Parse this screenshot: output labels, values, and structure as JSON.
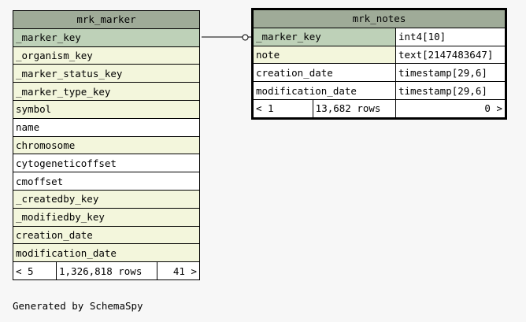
{
  "tables": {
    "mrk_marker": {
      "name": "mrk_marker",
      "columns": [
        {
          "name": "_marker_key",
          "kind": "pk"
        },
        {
          "name": "_organism_key",
          "kind": "fk"
        },
        {
          "name": "_marker_status_key",
          "kind": "fk"
        },
        {
          "name": "_marker_type_key",
          "kind": "fk"
        },
        {
          "name": "symbol",
          "kind": "fk"
        },
        {
          "name": "name",
          "kind": "plain"
        },
        {
          "name": "chromosome",
          "kind": "fk"
        },
        {
          "name": "cytogeneticoffset",
          "kind": "plain"
        },
        {
          "name": "cmoffset",
          "kind": "plain"
        },
        {
          "name": "_createdby_key",
          "kind": "fk"
        },
        {
          "name": "_modifiedby_key",
          "kind": "fk"
        },
        {
          "name": "creation_date",
          "kind": "fk"
        },
        {
          "name": "modification_date",
          "kind": "fk"
        }
      ],
      "footer": {
        "parents": "< 5",
        "rows": "1,326,818 rows",
        "children": "41 >"
      }
    },
    "mrk_notes": {
      "name": "mrk_notes",
      "columns": [
        {
          "name": "_marker_key",
          "type": "int4[10]",
          "kind": "pk"
        },
        {
          "name": "note",
          "type": "text[2147483647]",
          "kind": "fk"
        },
        {
          "name": "creation_date",
          "type": "timestamp[29,6]",
          "kind": "plain"
        },
        {
          "name": "modification_date",
          "type": "timestamp[29,6]",
          "kind": "plain"
        }
      ],
      "footer": {
        "parents": "< 1",
        "rows": "13,682 rows",
        "children": "0 >"
      }
    }
  },
  "generated_by": "Generated by SchemaSpy",
  "colors": {
    "header": "#9fab98",
    "primary_key": "#bed1b8",
    "foreign_key": "#f3f6dc",
    "plain": "#ffffff",
    "background": "#f7f7f7"
  }
}
